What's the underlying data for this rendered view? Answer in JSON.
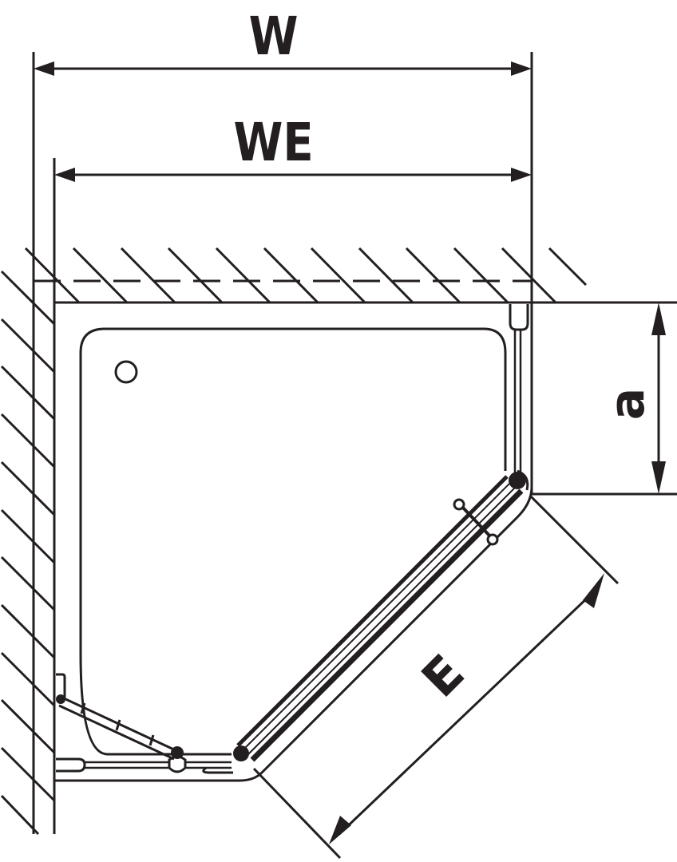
{
  "diagram": {
    "type": "technical-plan-view",
    "subject": "pentagonal corner shower enclosure with hinged door",
    "colors": {
      "line": "#231f20",
      "background": "#ffffff"
    },
    "dimensions": {
      "W": {
        "label": "W"
      },
      "WE": {
        "label": "WE"
      },
      "a": {
        "label": "a"
      },
      "E": {
        "label": "E"
      }
    },
    "elements": [
      {
        "name": "wall-top",
        "style": "hatched"
      },
      {
        "name": "wall-left",
        "style": "hatched"
      },
      {
        "name": "shower-tray",
        "style": "rounded outline"
      },
      {
        "name": "drain",
        "style": "circle"
      },
      {
        "name": "fixed-side-panel-right",
        "style": "narrow glass panel"
      },
      {
        "name": "diagonal-door",
        "style": "glass door with handle"
      },
      {
        "name": "folding-panel-left",
        "style": "angled glass panel"
      }
    ]
  }
}
